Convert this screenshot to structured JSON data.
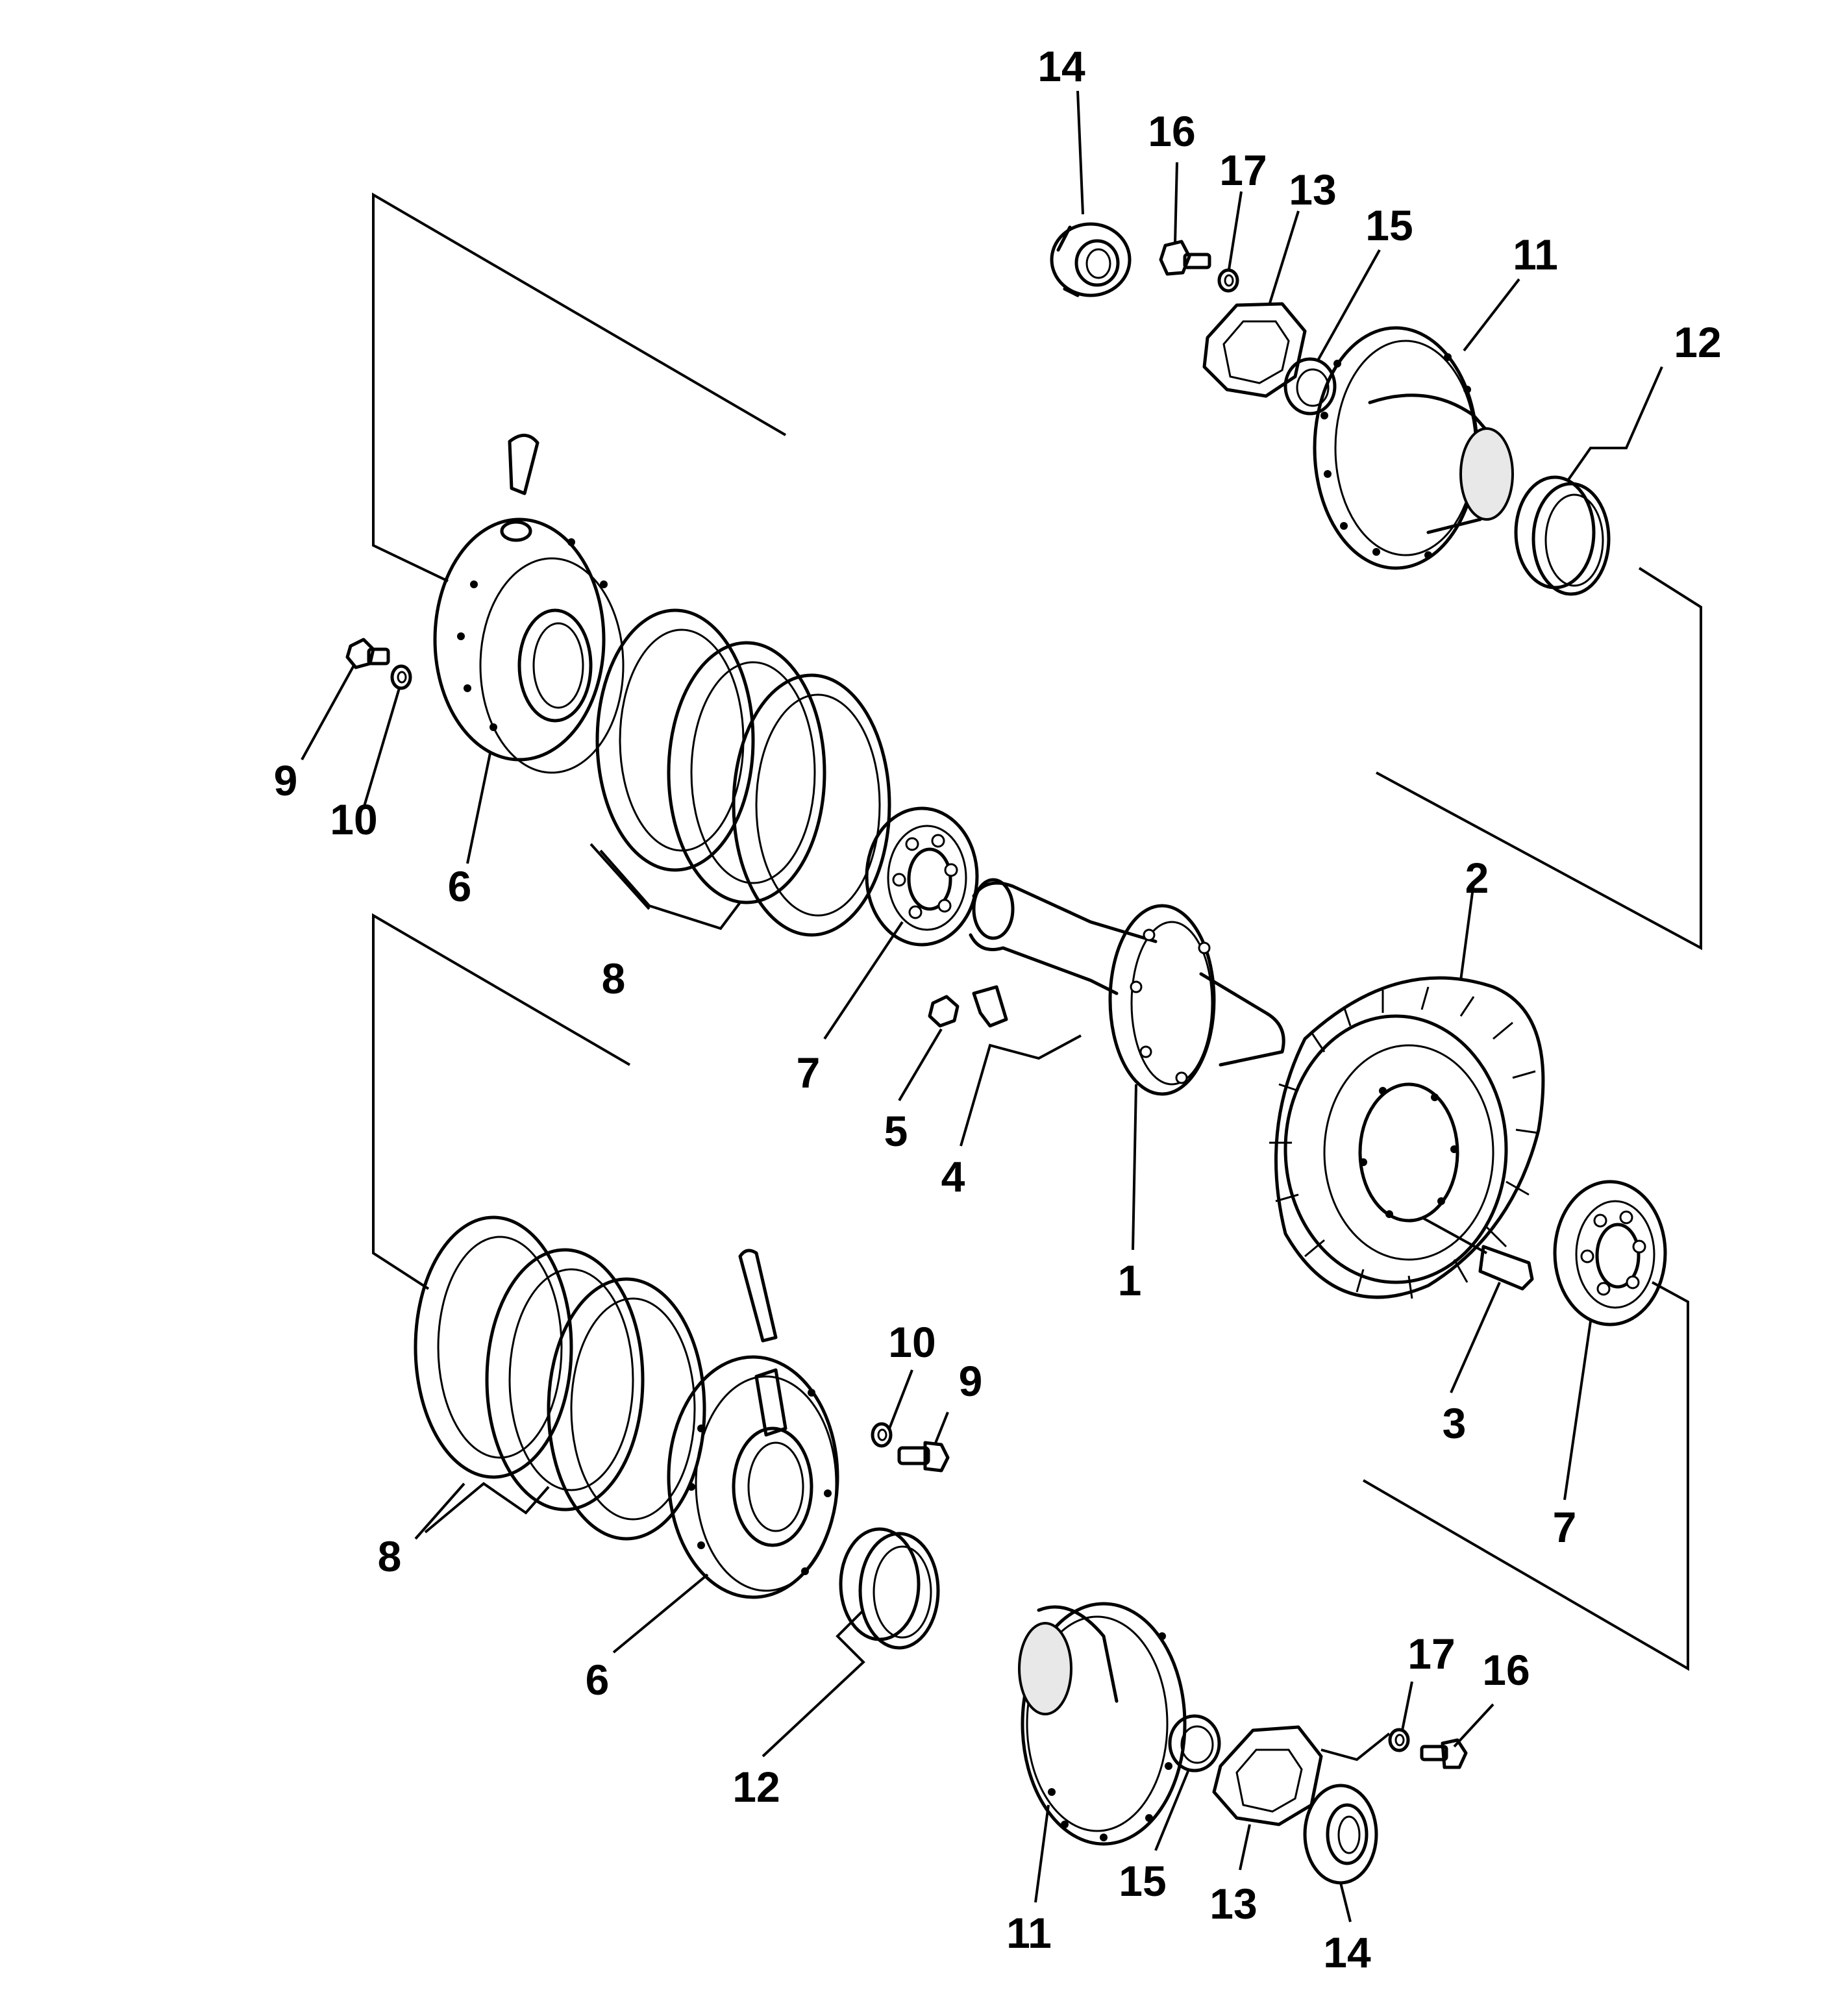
{
  "callouts": [
    {
      "id": "c14a",
      "text": "14"
    },
    {
      "id": "c16a",
      "text": "16"
    },
    {
      "id": "c17a",
      "text": "17"
    },
    {
      "id": "c13a",
      "text": "13"
    },
    {
      "id": "c15a",
      "text": "15"
    },
    {
      "id": "c11a",
      "text": "11"
    },
    {
      "id": "c12a",
      "text": "12"
    },
    {
      "id": "c9a",
      "text": "9"
    },
    {
      "id": "c10a",
      "text": "10"
    },
    {
      "id": "c6a",
      "text": "6"
    },
    {
      "id": "c8a",
      "text": "8"
    },
    {
      "id": "c7a",
      "text": "7"
    },
    {
      "id": "c5",
      "text": "5"
    },
    {
      "id": "c4",
      "text": "4"
    },
    {
      "id": "c1",
      "text": "1"
    },
    {
      "id": "c2",
      "text": "2"
    },
    {
      "id": "c3",
      "text": "3"
    },
    {
      "id": "c7b",
      "text": "7"
    },
    {
      "id": "c10b",
      "text": "10"
    },
    {
      "id": "c9b",
      "text": "9"
    },
    {
      "id": "c8b",
      "text": "8"
    },
    {
      "id": "c6b",
      "text": "6"
    },
    {
      "id": "c12b",
      "text": "12"
    },
    {
      "id": "c11b",
      "text": "11"
    },
    {
      "id": "c15b",
      "text": "15"
    },
    {
      "id": "c13b",
      "text": "13"
    },
    {
      "id": "c14b",
      "text": "14"
    },
    {
      "id": "c17b",
      "text": "17"
    },
    {
      "id": "c16b",
      "text": "16"
    }
  ]
}
